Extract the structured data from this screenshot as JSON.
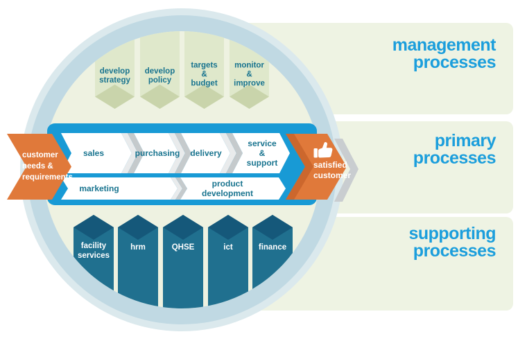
{
  "panels": [
    {
      "label": "management\nprocesses"
    },
    {
      "label": "primary\nprocesses"
    },
    {
      "label": "supporting\nprocesses"
    }
  ],
  "management_processes": {
    "items": [
      "develop\nstrategy",
      "develop\npolicy",
      "targets\n&\nbudget",
      "monitor\n&\nimprove"
    ]
  },
  "primary_processes": {
    "input": "customer\nneeds &\nrequirements",
    "row1": [
      "sales",
      "purchasing",
      "delivery",
      "service &\nsupport"
    ],
    "row2": [
      "marketing",
      "product development"
    ],
    "output": "satisfied\ncustomer"
  },
  "supporting_processes": {
    "items": [
      "facility\nservices",
      "hrm",
      "QHSE",
      "ict",
      "finance"
    ]
  },
  "icons": {
    "thumbs_up": "thumbs-up-icon"
  },
  "colors": {
    "brand_blue": "#189ad5",
    "accent_orange": "#e0793a",
    "accent_orange_dark": "#cc672d",
    "column_teal": "#20708f",
    "column_teal_dark": "#15587a",
    "label_teal": "#19748f",
    "panel_text_blue": "#1b9edc",
    "panel_bg": "#eef3e3",
    "ring_blue": "#c0d9e3",
    "ring_outer": "#dbe9ed",
    "circle_fill": "#eef2e1",
    "mgmt_green": "#dfe8cb",
    "mgmt_green_dark": "#c9d4ab"
  }
}
